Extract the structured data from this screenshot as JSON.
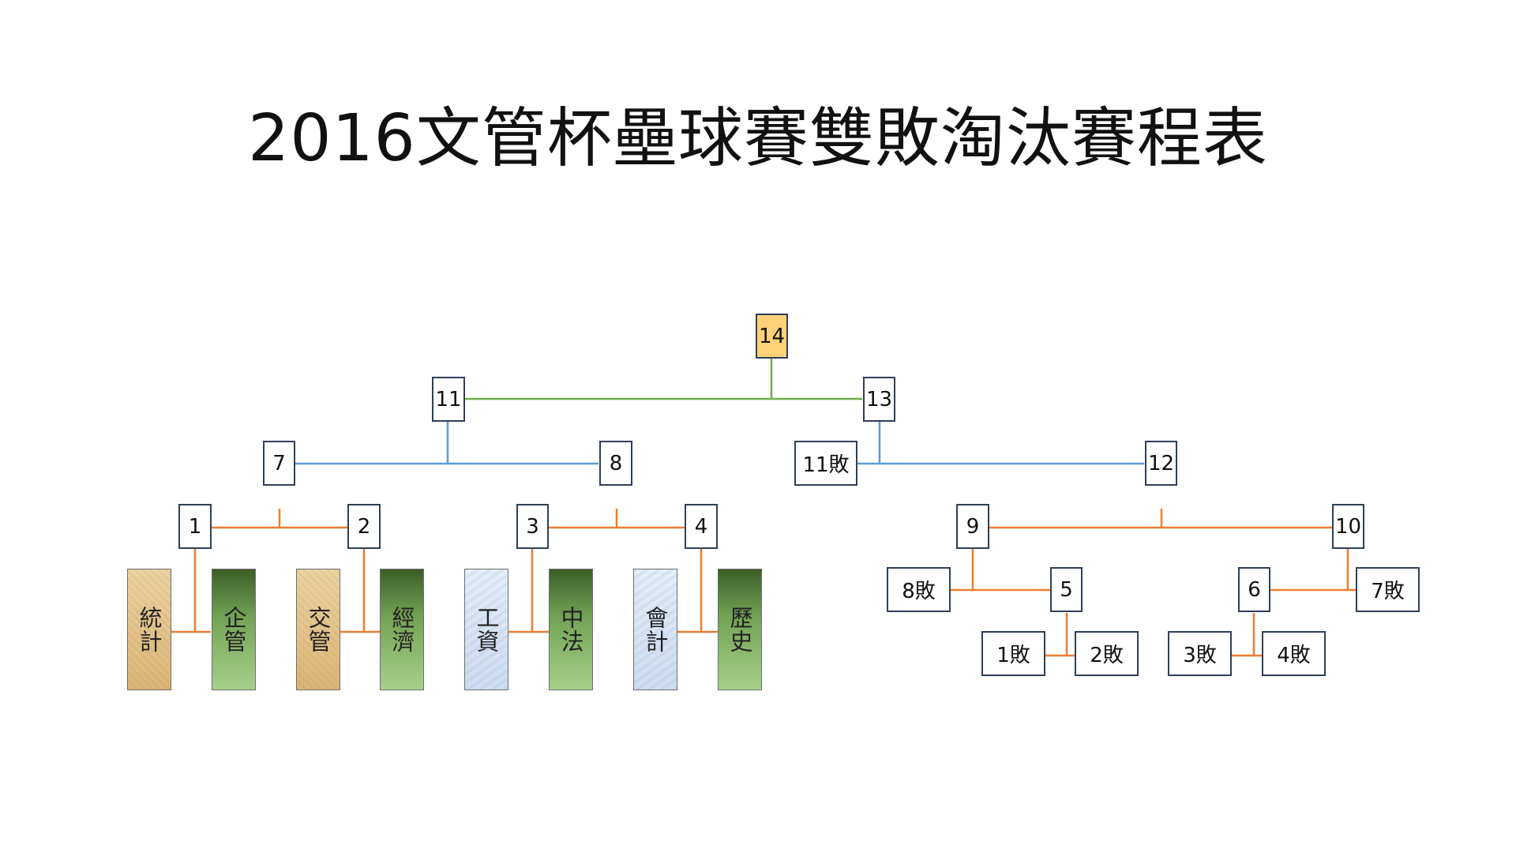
{
  "title": "2016文管杯壘球賽雙敗淘汰賽程表",
  "colors": {
    "winners_lines_round1": "#ed7d31",
    "winners_lines_round2": "#5b9bd5",
    "final_line": "#70ad47",
    "final_box": "#ffd27a",
    "box_border": "#2f3f5a"
  },
  "teams": [
    {
      "name": "統計",
      "style": "tan"
    },
    {
      "name": "企管",
      "style": "green"
    },
    {
      "name": "交管",
      "style": "tan"
    },
    {
      "name": "經濟",
      "style": "green"
    },
    {
      "name": "工資",
      "style": "blue"
    },
    {
      "name": "中法",
      "style": "green"
    },
    {
      "name": "會計",
      "style": "blue"
    },
    {
      "name": "歷史",
      "style": "green"
    }
  ],
  "games": {
    "g1": "1",
    "g2": "2",
    "g3": "3",
    "g4": "4",
    "g7": "7",
    "g8": "8",
    "g11": "11",
    "g13": "13",
    "g14": "14",
    "l11": "11敗",
    "g12": "12",
    "g9": "9",
    "g10": "10",
    "l8": "8敗",
    "g5": "5",
    "g6": "6",
    "l7": "7敗",
    "l1": "1敗",
    "l2": "2敗",
    "l3": "3敗",
    "l4": "4敗"
  }
}
